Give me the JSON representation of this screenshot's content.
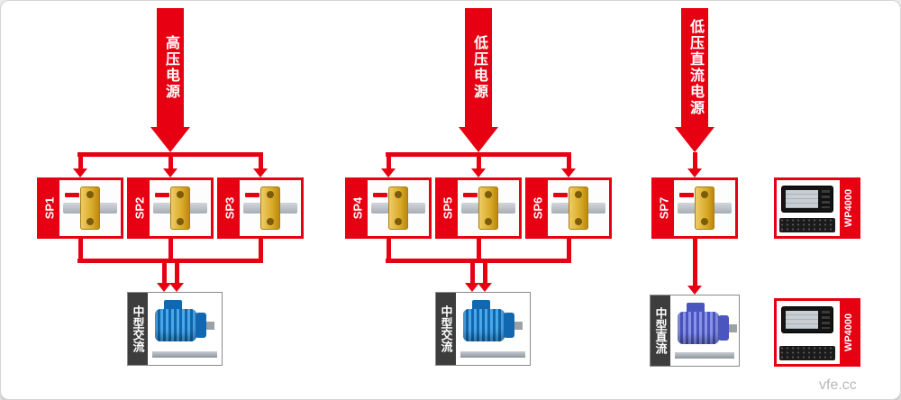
{
  "banners": [
    {
      "label": "高压电源"
    },
    {
      "label": "低压电源"
    },
    {
      "label": "低压直流电源"
    }
  ],
  "sp_units": [
    {
      "label": "SP1"
    },
    {
      "label": "SP2"
    },
    {
      "label": "SP3"
    },
    {
      "label": "SP4"
    },
    {
      "label": "SP5"
    },
    {
      "label": "SP6"
    },
    {
      "label": "SP7"
    }
  ],
  "motors": [
    {
      "label": "中型交流"
    },
    {
      "label": "中型交流"
    },
    {
      "label": "中型直流"
    }
  ],
  "instruments": [
    {
      "label": "WP4000"
    },
    {
      "label": "WP4000"
    }
  ],
  "watermark": "vfe.cc",
  "colors": {
    "line_red": "#e60012",
    "motor_label_dark": "#3d3d3d",
    "ac_motor_blue": "#2a8fd8",
    "dc_motor_blue": "#5560c8",
    "sensor_gold": "#d9a928"
  }
}
